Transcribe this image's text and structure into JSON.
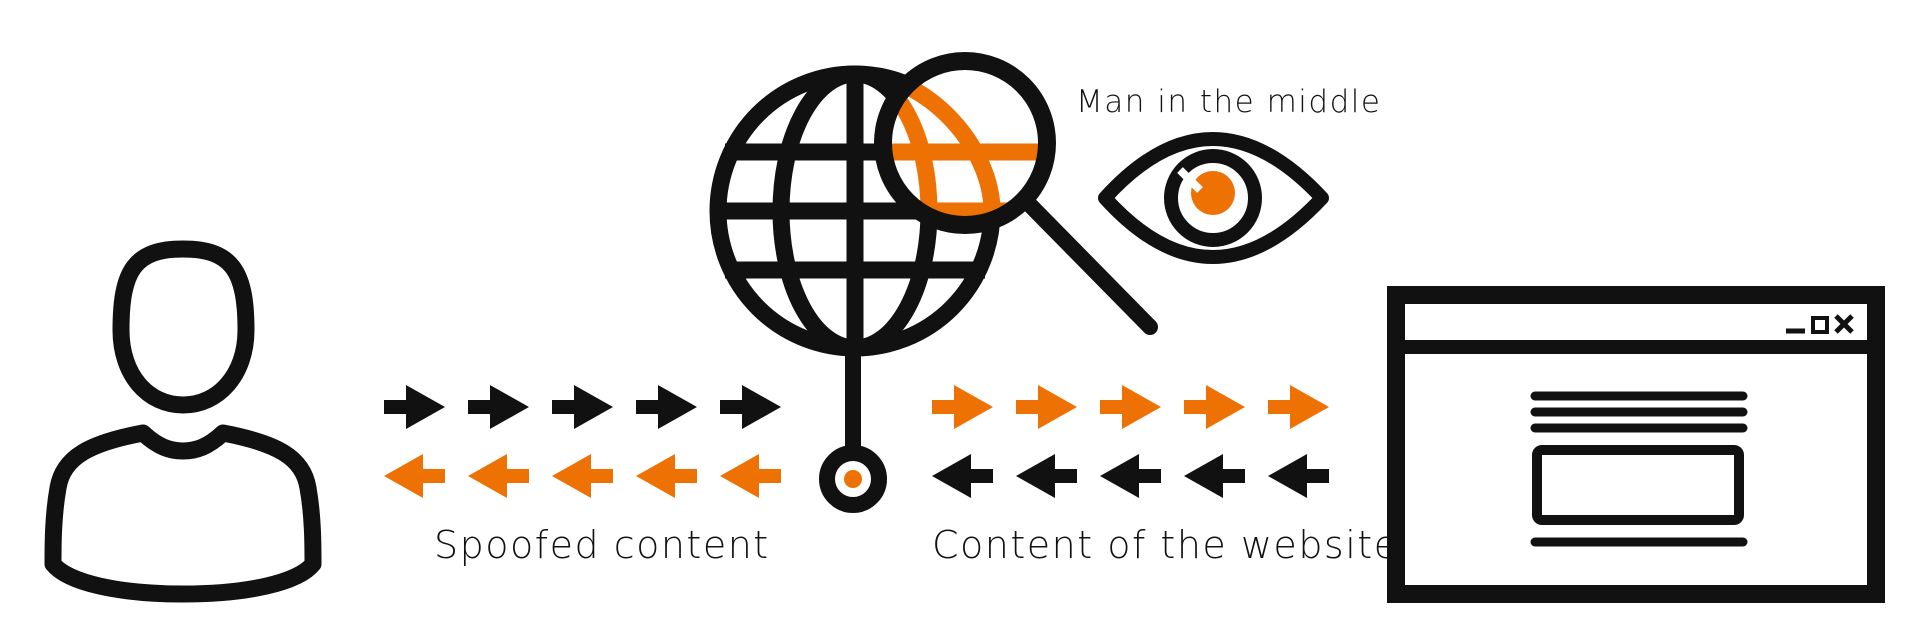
{
  "labels": {
    "man_in_the_middle": "Man in the middle",
    "spoofed_content": "Spoofed content",
    "content_of_website": "Content of the website"
  },
  "icons": {
    "user": "user-silhouette-icon",
    "globe": "globe-icon",
    "magnifier": "magnifying-glass-icon",
    "eye": "eye-icon",
    "browser": "browser-window-icon",
    "node": "network-node-icon",
    "browser_controls": [
      "minimize-icon",
      "maximize-icon",
      "close-icon"
    ]
  },
  "flows": {
    "left_top": {
      "direction": "right",
      "count": 5,
      "color": "black"
    },
    "left_bottom": {
      "direction": "left",
      "count": 5,
      "color": "orange"
    },
    "right_top": {
      "direction": "right",
      "count": 5,
      "color": "orange"
    },
    "right_bottom": {
      "direction": "left",
      "count": 5,
      "color": "black"
    }
  },
  "colors": {
    "ink": "#111111",
    "accent": "#EE7203",
    "background": "#FFFFFF"
  }
}
